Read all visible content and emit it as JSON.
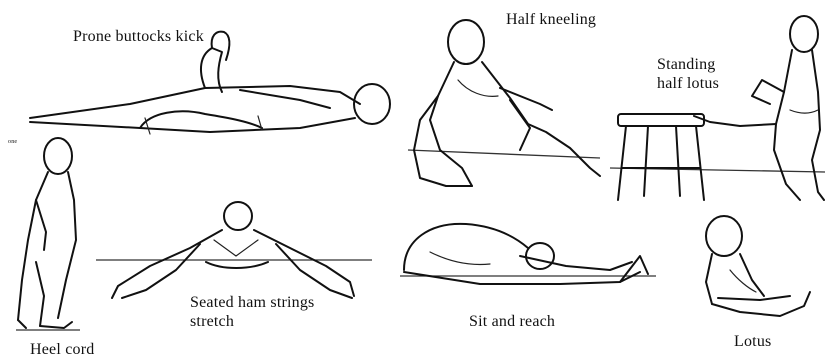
{
  "labels": {
    "prone_buttocks_kick": "Prone buttocks kick",
    "half_kneeling": "Half kneeling",
    "standing_half_lotus_line1": "Standing",
    "standing_half_lotus_line2": "half lotus",
    "seated_hamstrings_line1": "Seated ham strings",
    "seated_hamstrings_line2": "stretch",
    "sit_and_reach": "Sit and reach",
    "heel_cord": "Heel cord",
    "lotus": "Lotus",
    "tiny_mark": "one"
  },
  "colors": {
    "ink": "#111111",
    "background": "#ffffff"
  }
}
